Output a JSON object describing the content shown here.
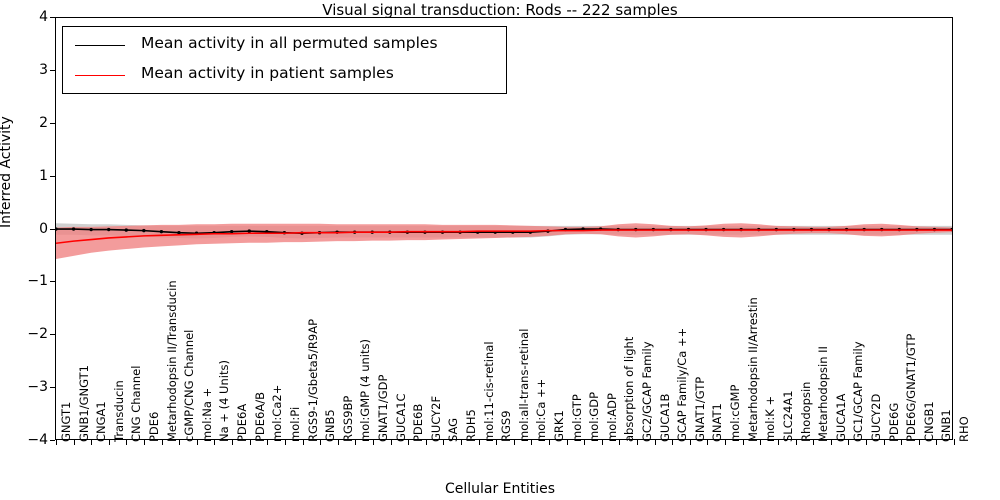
{
  "chart_data": {
    "type": "line",
    "title": "Visual signal transduction: Rods -- 222 samples",
    "xlabel": "Cellular Entities",
    "ylabel": "Inferred Activity",
    "ylim": [
      -4,
      4
    ],
    "yticks": [
      -4,
      -3,
      -2,
      -1,
      0,
      1,
      2,
      3,
      4
    ],
    "ytick_labels": [
      "-4",
      "-3",
      "-2",
      "-1",
      "0",
      "1",
      "2",
      "3",
      "4"
    ],
    "grid": false,
    "legend_position": "upper left",
    "legend": [
      {
        "label": "Mean activity in all permuted samples",
        "color": "#000000"
      },
      {
        "label": "Mean activity in patient samples",
        "color": "#ff0000"
      }
    ],
    "categories": [
      "GNGT1",
      "GNB1/GNGT1",
      "CNGA1",
      "Transducin",
      "CNG Channel",
      "PDE6",
      "Metarhodopsin II/Transducin",
      "cGMP/CNG Channel",
      "mol:Na +",
      "Na + (4 Units)",
      "PDE6A",
      "PDE6A/B",
      "mol:Ca2+",
      "mol:Pi",
      "RGS9-1/Gbeta5/R9AP",
      "GNB5",
      "RGS9BP",
      "mol:GMP (4 units)",
      "GNAT1/GDP",
      "GUCA1C",
      "PDE6B",
      "GUCY2F",
      "SAG",
      "RDH5",
      "mol:11-cis-retinal",
      "RGS9",
      "mol:all-trans-retinal",
      "mol:Ca ++",
      "GRK1",
      "mol:GTP",
      "mol:GDP",
      "mol:ADP",
      "absorption of light",
      "GC2/GCAP Family",
      "GUCA1B",
      "GCAP Family/Ca ++",
      "GNAT1/GTP",
      "GNAT1",
      "mol:cGMP",
      "Metarhodopsin II/Arrestin",
      "mol:K +",
      "SLC24A1",
      "Rhodopsin",
      "Metarhodopsin II",
      "GUCA1A",
      "GC1/GCAP Family",
      "GUCY2D",
      "PDE6G",
      "PDE6G/GNAT1/GTP",
      "CNGB1",
      "GNB1",
      "RHO"
    ],
    "series": [
      {
        "name": "Mean activity in all permuted samples",
        "color": "#000000",
        "style": "solid-with-dots",
        "values": [
          -0.01,
          -0.01,
          -0.02,
          -0.02,
          -0.03,
          -0.04,
          -0.06,
          -0.08,
          -0.09,
          -0.08,
          -0.06,
          -0.05,
          -0.06,
          -0.08,
          -0.09,
          -0.08,
          -0.07,
          -0.07,
          -0.07,
          -0.07,
          -0.07,
          -0.07,
          -0.07,
          -0.07,
          -0.07,
          -0.07,
          -0.07,
          -0.07,
          -0.05,
          -0.02,
          -0.01,
          -0.01,
          -0.02,
          -0.02,
          -0.02,
          -0.02,
          -0.02,
          -0.02,
          -0.02,
          -0.02,
          -0.02,
          -0.02,
          -0.02,
          -0.02,
          -0.02,
          -0.02,
          -0.02,
          -0.02,
          -0.02,
          -0.02,
          -0.02,
          -0.02
        ],
        "band_upper": [
          0.1,
          0.09,
          0.08,
          0.08,
          0.07,
          0.06,
          0.05,
          0.05,
          0.05,
          0.05,
          0.05,
          0.05,
          0.05,
          0.05,
          0.05,
          0.05,
          0.05,
          0.05,
          0.05,
          0.05,
          0.05,
          0.05,
          0.05,
          0.05,
          0.05,
          0.05,
          0.05,
          0.05,
          0.05,
          0.05,
          0.05,
          0.05,
          0.05,
          0.05,
          0.05,
          0.05,
          0.05,
          0.05,
          0.05,
          0.05,
          0.05,
          0.05,
          0.05,
          0.05,
          0.05,
          0.05,
          0.05,
          0.05,
          0.05,
          0.05,
          0.05,
          0.05
        ],
        "band_lower": [
          -0.12,
          -0.12,
          -0.13,
          -0.13,
          -0.14,
          -0.15,
          -0.17,
          -0.18,
          -0.19,
          -0.18,
          -0.16,
          -0.15,
          -0.16,
          -0.18,
          -0.19,
          -0.18,
          -0.17,
          -0.17,
          -0.17,
          -0.17,
          -0.17,
          -0.17,
          -0.17,
          -0.17,
          -0.17,
          -0.17,
          -0.17,
          -0.17,
          -0.15,
          -0.12,
          -0.11,
          -0.11,
          -0.12,
          -0.12,
          -0.12,
          -0.12,
          -0.12,
          -0.12,
          -0.12,
          -0.12,
          -0.12,
          -0.12,
          -0.12,
          -0.12,
          -0.12,
          -0.12,
          -0.12,
          -0.12,
          -0.12,
          -0.12,
          -0.12,
          -0.12
        ]
      },
      {
        "name": "Mean activity in patient samples",
        "color": "#ff0000",
        "style": "solid",
        "values": [
          -0.28,
          -0.24,
          -0.21,
          -0.18,
          -0.16,
          -0.14,
          -0.13,
          -0.12,
          -0.11,
          -0.1,
          -0.1,
          -0.09,
          -0.09,
          -0.09,
          -0.08,
          -0.08,
          -0.08,
          -0.07,
          -0.07,
          -0.07,
          -0.06,
          -0.06,
          -0.06,
          -0.06,
          -0.05,
          -0.05,
          -0.05,
          -0.05,
          -0.04,
          -0.04,
          -0.04,
          -0.03,
          -0.03,
          -0.03,
          -0.03,
          -0.03,
          -0.03,
          -0.03,
          -0.03,
          -0.03,
          -0.03,
          -0.03,
          -0.03,
          -0.03,
          -0.03,
          -0.03,
          -0.03,
          -0.03,
          -0.03,
          -0.03,
          -0.03,
          -0.03
        ],
        "band_upper": [
          0.02,
          0.03,
          0.03,
          0.04,
          0.05,
          0.06,
          0.07,
          0.07,
          0.08,
          0.08,
          0.09,
          0.09,
          0.09,
          0.09,
          0.09,
          0.09,
          0.08,
          0.08,
          0.08,
          0.08,
          0.08,
          0.08,
          0.07,
          0.07,
          0.07,
          0.07,
          0.06,
          0.05,
          0.04,
          0.03,
          0.03,
          0.04,
          0.08,
          0.1,
          0.08,
          0.05,
          0.04,
          0.06,
          0.09,
          0.1,
          0.08,
          0.05,
          0.04,
          0.03,
          0.03,
          0.05,
          0.08,
          0.09,
          0.07,
          0.04,
          0.03,
          0.02
        ],
        "band_lower": [
          -0.58,
          -0.52,
          -0.46,
          -0.42,
          -0.39,
          -0.36,
          -0.34,
          -0.32,
          -0.3,
          -0.29,
          -0.28,
          -0.27,
          -0.27,
          -0.26,
          -0.26,
          -0.25,
          -0.24,
          -0.24,
          -0.23,
          -0.23,
          -0.22,
          -0.22,
          -0.21,
          -0.2,
          -0.19,
          -0.18,
          -0.17,
          -0.16,
          -0.14,
          -0.11,
          -0.1,
          -0.11,
          -0.15,
          -0.17,
          -0.15,
          -0.12,
          -0.11,
          -0.13,
          -0.16,
          -0.17,
          -0.15,
          -0.12,
          -0.1,
          -0.09,
          -0.09,
          -0.11,
          -0.14,
          -0.15,
          -0.13,
          -0.1,
          -0.08,
          -0.07
        ]
      }
    ],
    "band_colors": {
      "permuted": "#c8c8c8",
      "patient": "#f08080"
    }
  }
}
